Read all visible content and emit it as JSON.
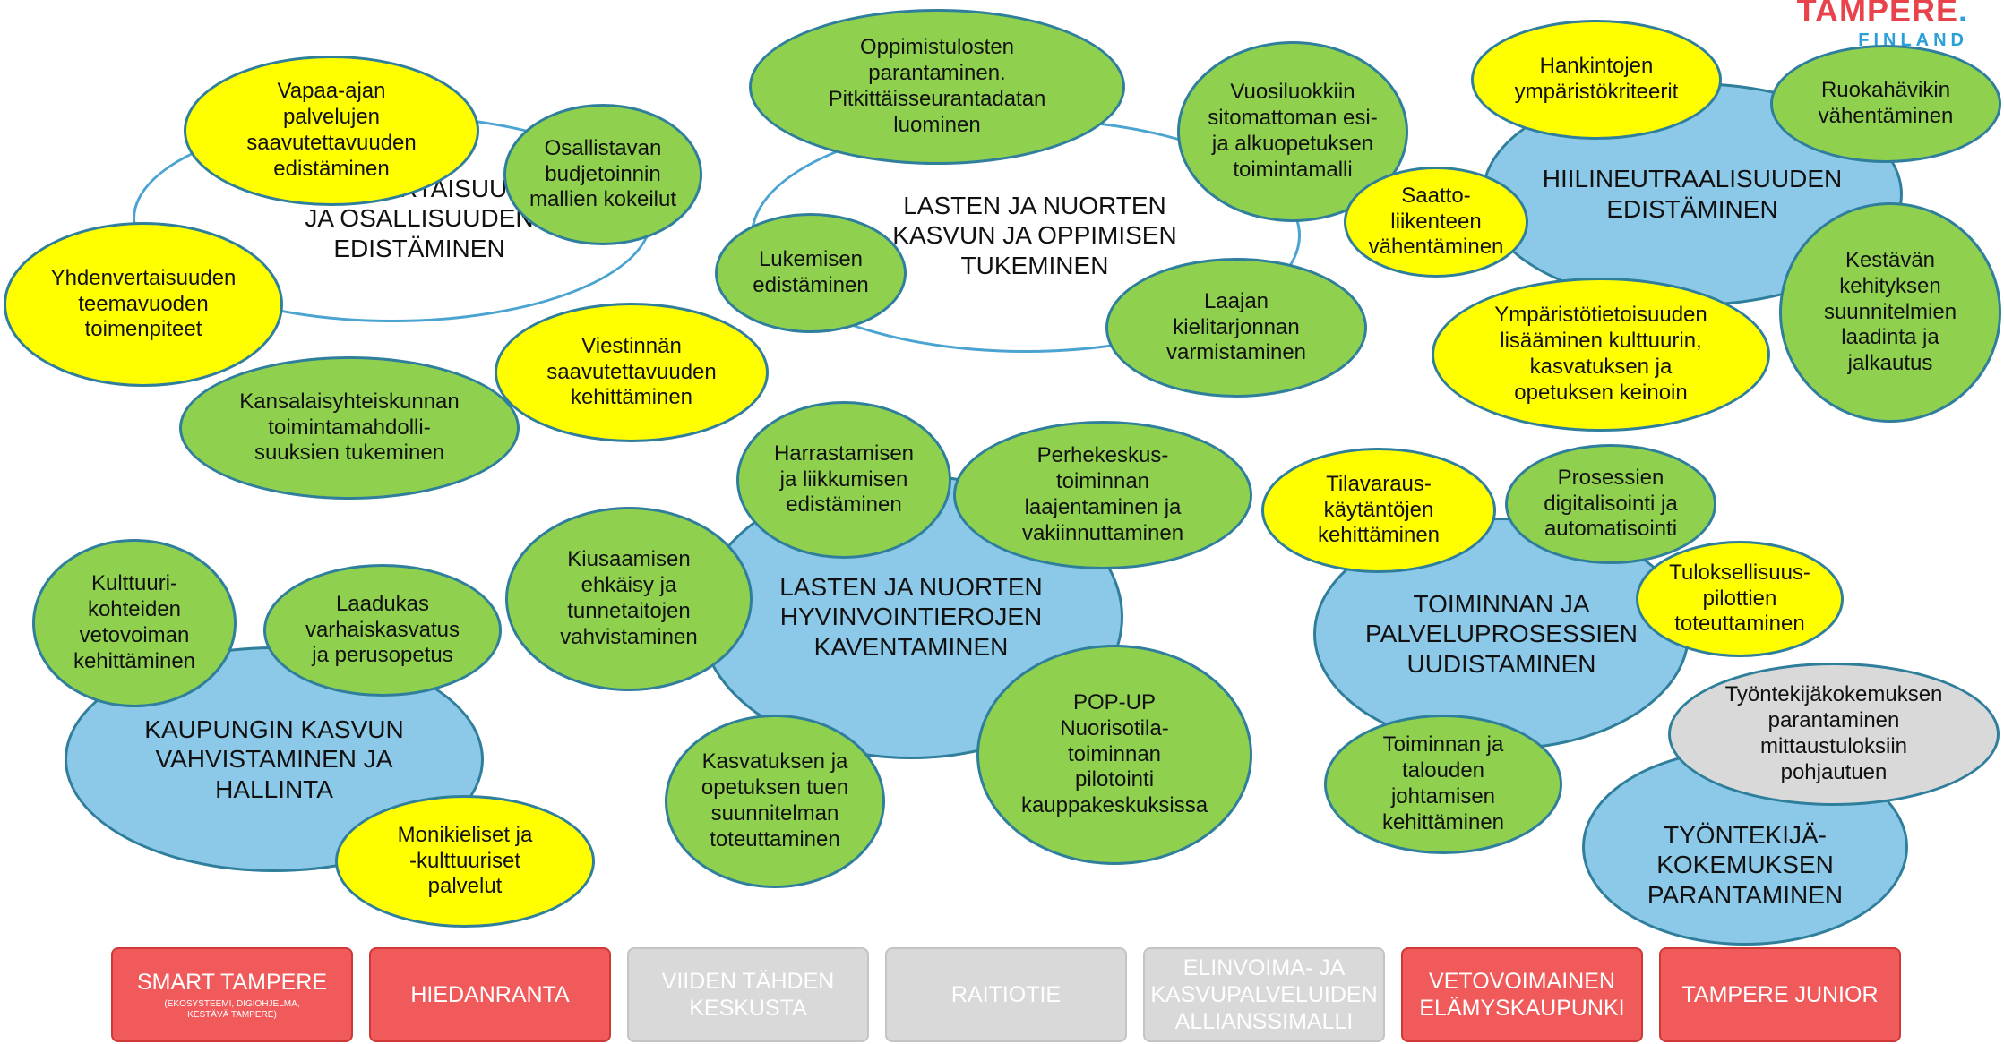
{
  "logo": {
    "main": "TAMPERE",
    "dot": ".",
    "sub": "FINLAND"
  },
  "clusters": {
    "yhdenvertaisuus": {
      "title": "YHDENVERTAISUUDEN\nJA OSALLISUUDEN\nEDISTÄMINEN",
      "items": [
        "Vapaa-ajan\npalvelujen\nsaavutettavuuden\nedistäminen",
        "Osallistavan\nbudjetoinnin\nmallien kokeilut",
        "Yhdenvertaisuuden\nteemavuoden\ntoimenpiteet",
        "Viestinnän\nsaavutettavuuden\nkehittäminen",
        "Kansalaisyhteiskunnan\ntoimintamahdolli-\nsuuksien tukeminen"
      ]
    },
    "lasten_kasvu": {
      "title": "LASTEN JA NUORTEN\nKASVUN JA OPPIMISEN\nTUKEMINEN",
      "items": [
        "Oppimistulosten\nparantaminen.\nPitkittäisseurantadatan\nluominen",
        "Vuosiluokkiin\nsitomattoman esi-\nja alkuopetuksen\ntoimintamalli",
        "Lukemisen\nedistäminen",
        "Laajan\nkielitarjonnan\nvarmistaminen"
      ]
    },
    "hiilineutraalius": {
      "title": "HIILINEUTRAALISUUDEN\nEDISTÄMINEN",
      "items": [
        "Hankintojen\nympäristökriteerit",
        "Ruokahävikin\nvähentäminen",
        "Saatto-\nliikenteen\nvähentäminen",
        "Kestävän\nkehityksen\nsuunnitelmien\nlaadinta ja\njalkautus",
        "Ympäristötietoisuuden\nlisääminen kulttuurin,\nkasvatuksen ja\nopetuksen keinoin"
      ]
    },
    "hyvinvointierot": {
      "title": "LASTEN JA NUORTEN\nHYVINVOINTIEROJEN\nKAVENTAMINEN",
      "items": [
        "Harrastamisen\nja liikkumisen\nedistäminen",
        "Perhekeskus-\ntoiminnan\nlaajentaminen ja\nvakiinnuttaminen",
        "Kiusaamisen\nehkäisy ja\ntunnetaitojen\nvahvistaminen",
        "Kasvatuksen ja\nopetuksen tuen\nsuunnitelman\ntoteuttaminen",
        "POP-UP\nNuorisotila-\ntoiminnan\npilotointi\nkauppakeskuksissa"
      ]
    },
    "kaupungin_kasvu": {
      "title": "KAUPUNGIN KASVUN\nVAHVISTAMINEN JA\nHALLINTA",
      "items": [
        "Kulttuuri-\nkohteiden\nvetovoiman\nkehittäminen",
        "Laadukas\nvarhaiskasvatus\nja perusopetus",
        "Monikieliset ja\n-kulttuuriset\npalvelut"
      ]
    },
    "toiminta": {
      "title": "TOIMINNAN JA\nPALVELUPROSESSIEN\nUUDISTAMINEN",
      "items": [
        "Tilavaraus-\nkäytäntöjen\nkehittäminen",
        "Prosessien\ndigitalisointi ja\nautomatisointi",
        "Tuloksellisuus-\npilottien\ntoteuttaminen",
        "Toiminnan ja\ntalouden\njohtamisen\nkehittäminen"
      ]
    },
    "tyontekija": {
      "title": "TYÖNTEKIJÄ-\nKOKEMUKSEN\nPARANTAMINEN",
      "items": [
        "Työntekijäkokemuksen\nparantaminen\nmittaustuloksiin\npohjautuen"
      ]
    }
  },
  "bottom_boxes": [
    {
      "label": "SMART TAMPERE",
      "sub": "(EKOSYSTEEMI, DIGIOHJELMA,\nKESTÄVÄ TAMPERE)",
      "color": "#f15a5a"
    },
    {
      "label": "HIEDANRANTA",
      "color": "#f15a5a"
    },
    {
      "label": "VIIDEN TÄHDEN\nKESKUSTA",
      "color": "#d9d9d9"
    },
    {
      "label": "RAITIOTIE",
      "color": "#d9d9d9"
    },
    {
      "label": "ELINVOIMA- JA\nKASVUPALVELUIDEN\nALLIANSSIMALLI",
      "color": "#d9d9d9"
    },
    {
      "label": "VETOVOIMAINEN\nELÄMYSKAUPUNKI",
      "color": "#f15a5a"
    },
    {
      "label": "TAMPERE JUNIOR",
      "color": "#f15a5a"
    }
  ]
}
